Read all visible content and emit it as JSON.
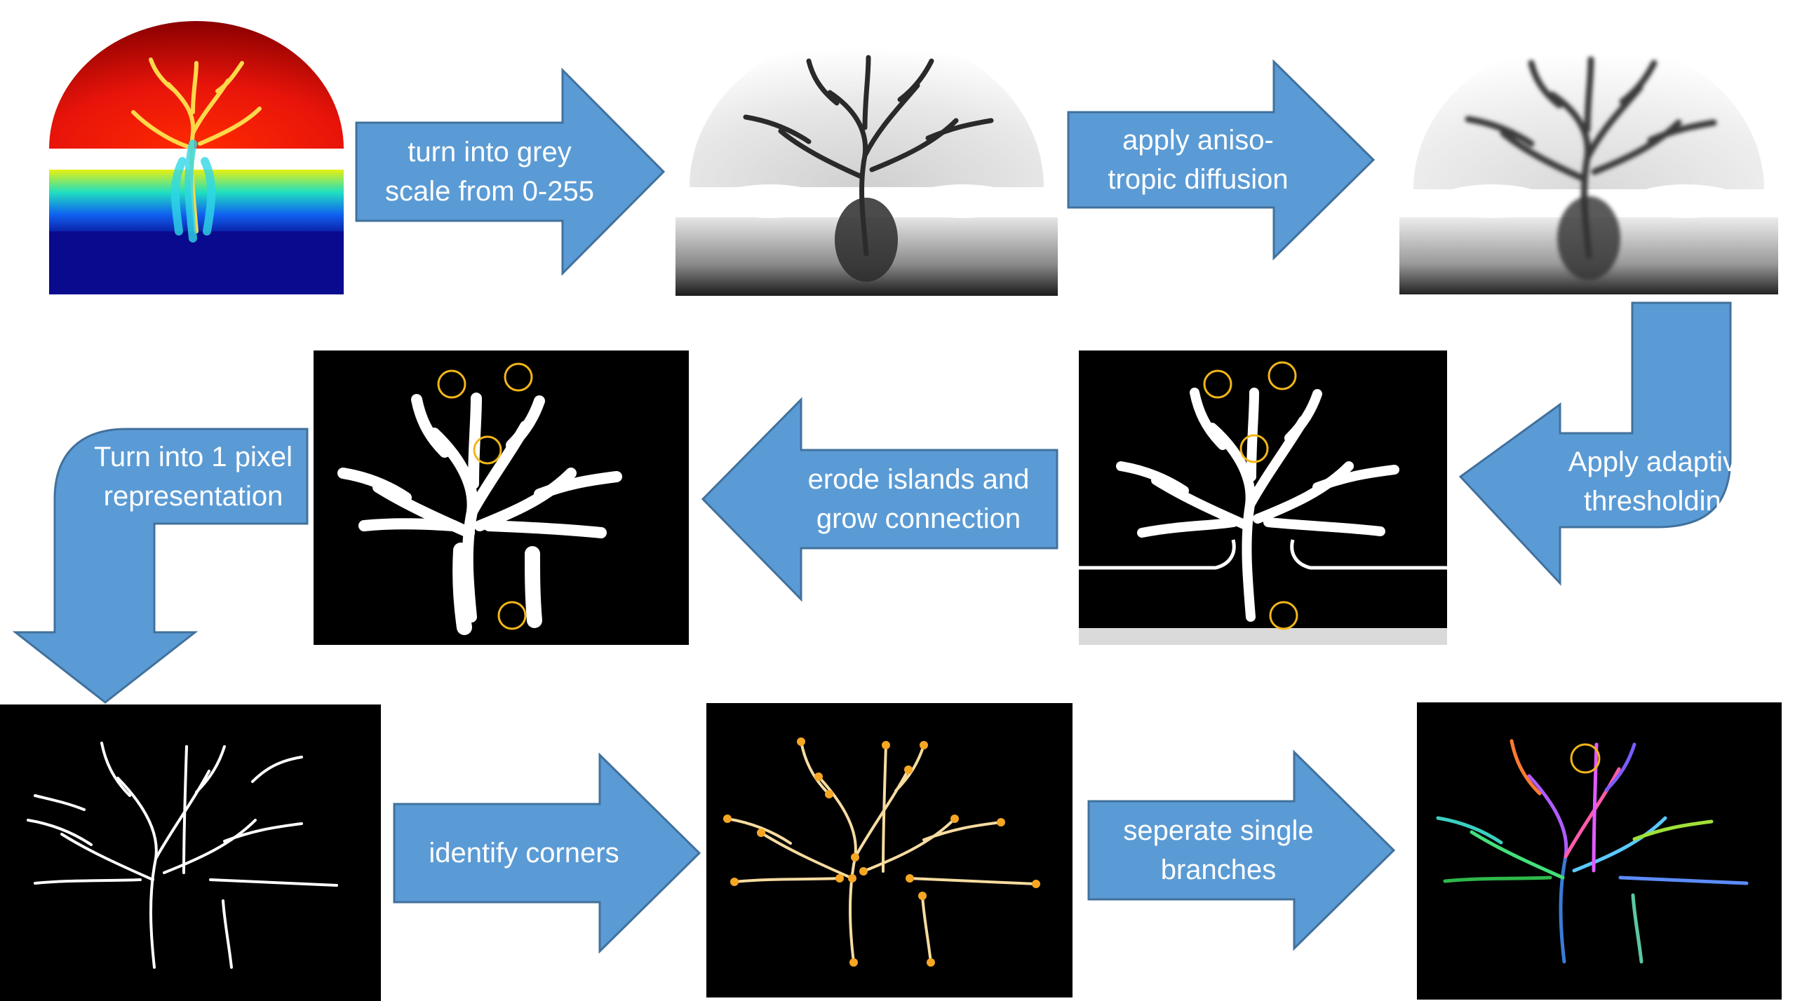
{
  "colors": {
    "arrow_fill": "#5b9bd5",
    "arrow_stroke": "#41719c",
    "marker_circle": "#f2b619",
    "corner_dot": "#f5a623",
    "skeleton_line": "#ffffff",
    "background": "#ffffff"
  },
  "steps": [
    {
      "id": "grey",
      "line1": "turn into grey",
      "line2": "scale from 0-255"
    },
    {
      "id": "diffusion",
      "line1": "apply aniso-",
      "line2": "tropic diffusion"
    },
    {
      "id": "threshold",
      "line1": "Apply adaptive",
      "line2": "thresholding"
    },
    {
      "id": "erode",
      "line1": "erode islands and",
      "line2": "grow connection"
    },
    {
      "id": "pixel",
      "line1": "Turn into 1 pixel",
      "line2": "representation"
    },
    {
      "id": "corners",
      "line1": "identify corners",
      "line2": ""
    },
    {
      "id": "branches",
      "line1": "seperate single",
      "line2": "branches"
    }
  ],
  "panels": [
    {
      "id": "simulation",
      "style": "color-field"
    },
    {
      "id": "greyscale",
      "style": "grey"
    },
    {
      "id": "diffused",
      "style": "grey-smooth"
    },
    {
      "id": "thresholded",
      "style": "binary"
    },
    {
      "id": "eroded",
      "style": "binary-clean"
    },
    {
      "id": "skeleton",
      "style": "skeleton"
    },
    {
      "id": "corners",
      "style": "skeleton-corners"
    },
    {
      "id": "branches",
      "style": "skeleton-colored"
    }
  ]
}
